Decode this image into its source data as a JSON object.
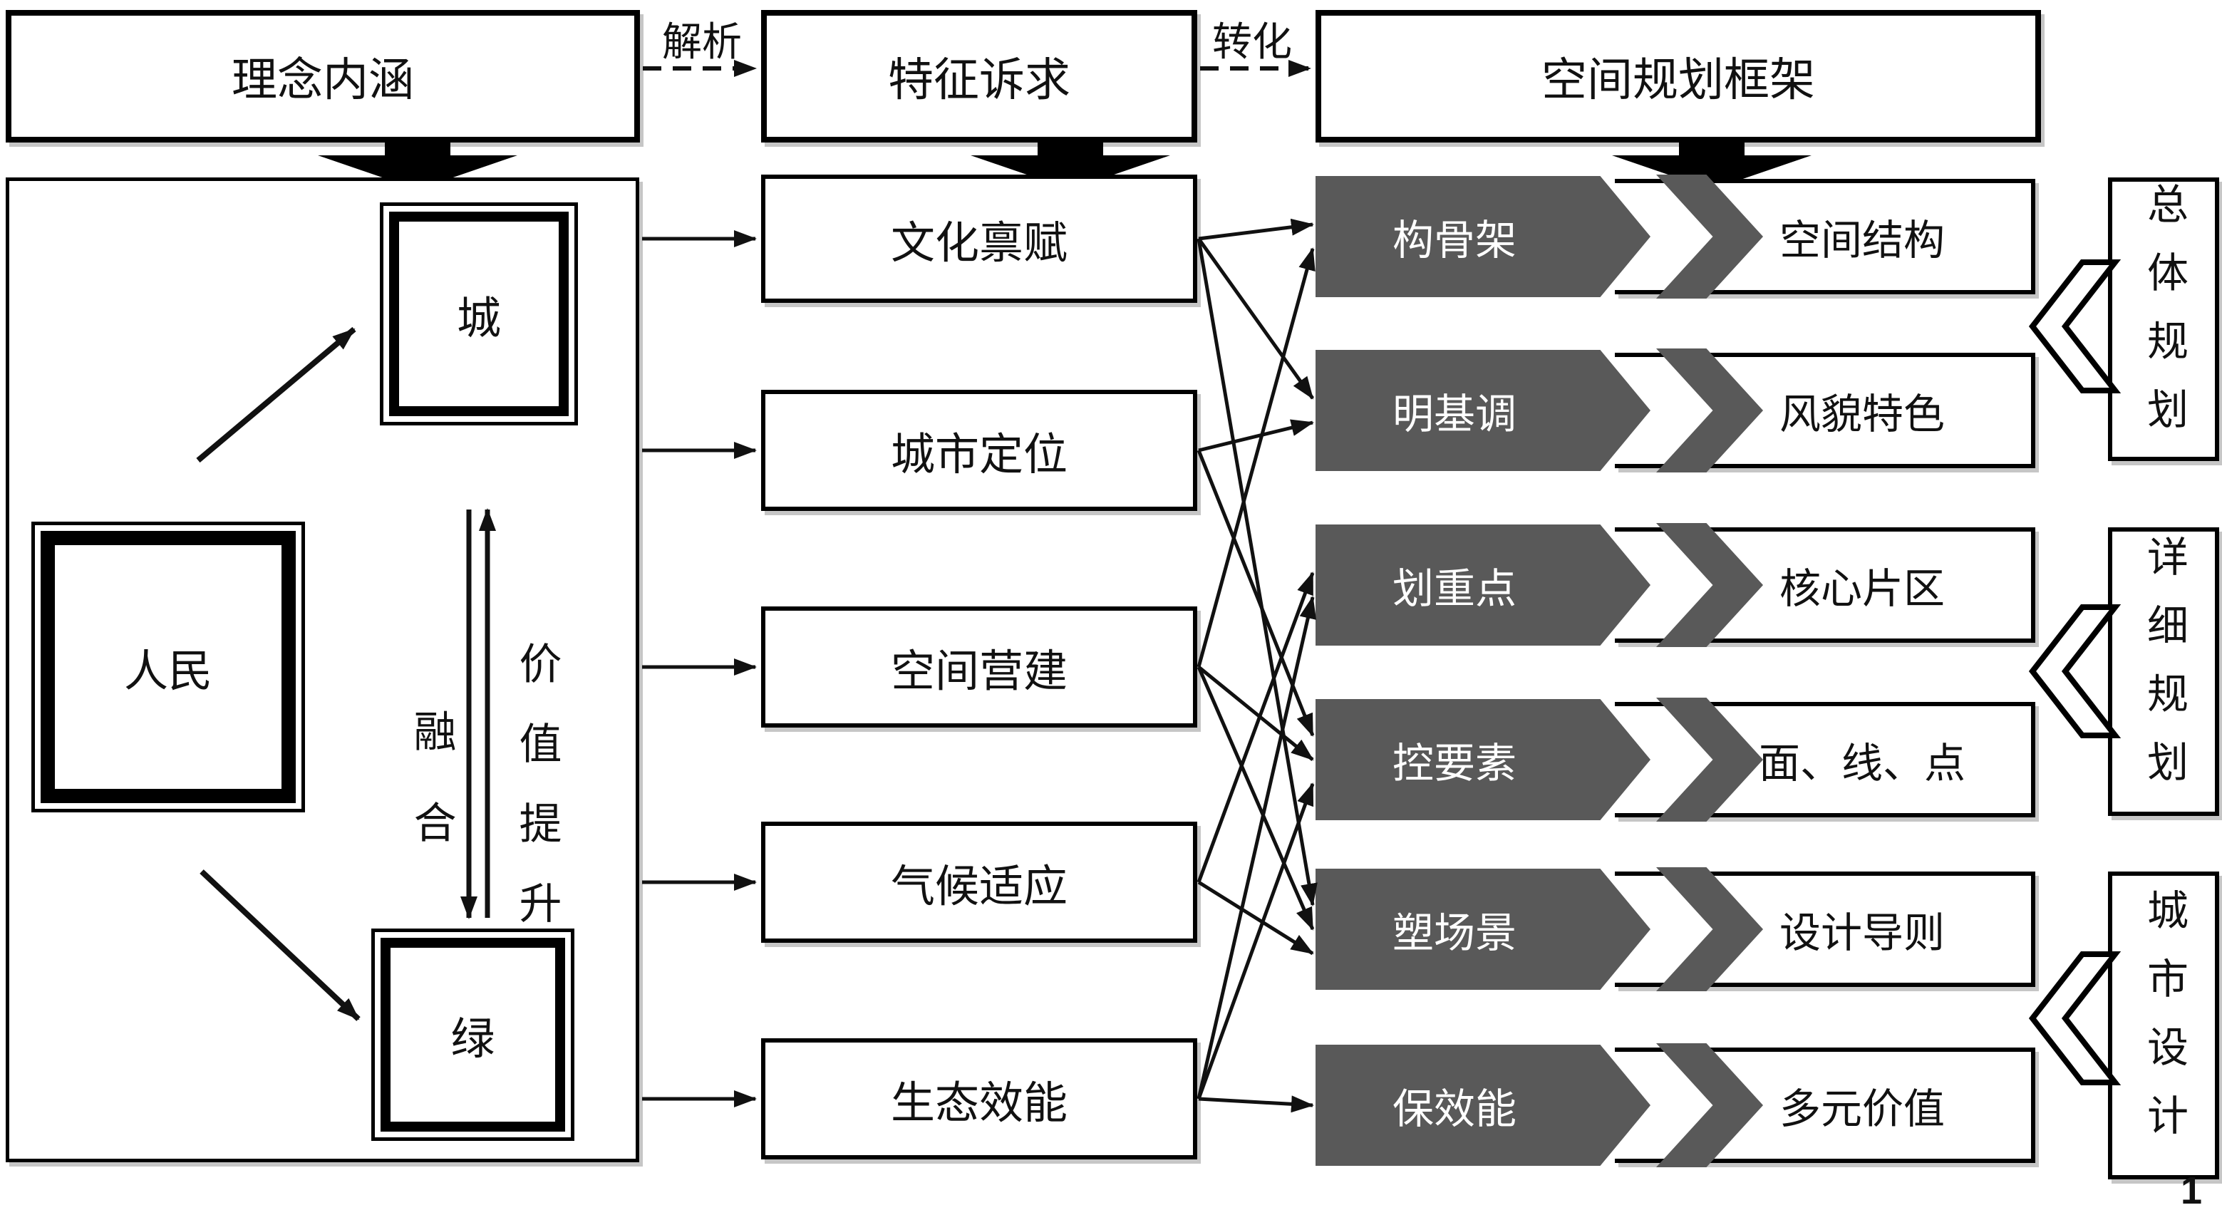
{
  "headers": [
    {
      "label": "理念内涵"
    },
    {
      "label": "特征诉求"
    },
    {
      "label": "空间规划框架"
    }
  ],
  "transitions": [
    {
      "label": "解析"
    },
    {
      "label": "转化"
    }
  ],
  "concept": {
    "people": "人民",
    "city": "城",
    "green": "绿",
    "fusion_label": "融合",
    "value_label": "价值提升"
  },
  "demands": [
    "文化禀赋",
    "城市定位",
    "空间营建",
    "气候适应",
    "生态效能"
  ],
  "framework": [
    {
      "action": "构骨架",
      "output": "空间结构"
    },
    {
      "action": "明基调",
      "output": "风貌特色"
    },
    {
      "action": "划重点",
      "output": "核心片区"
    },
    {
      "action": "控要素",
      "output": "面、线、点"
    },
    {
      "action": "塑场景",
      "output": "设计导则"
    },
    {
      "action": "保效能",
      "output": "多元价值"
    }
  ],
  "plans": [
    {
      "label": "总体规划"
    },
    {
      "label": "详细规划"
    },
    {
      "label": "城市设计"
    }
  ],
  "edges": [
    [
      0,
      0
    ],
    [
      0,
      1
    ],
    [
      0,
      4
    ],
    [
      1,
      1
    ],
    [
      1,
      3
    ],
    [
      2,
      0
    ],
    [
      2,
      3
    ],
    [
      2,
      4
    ],
    [
      3,
      2
    ],
    [
      3,
      4
    ],
    [
      4,
      2
    ],
    [
      4,
      3
    ],
    [
      4,
      5
    ]
  ],
  "page": {
    "number": "1"
  },
  "colors": {
    "dark_gray": "#595959",
    "black": "#111111",
    "white": "#ffffff"
  }
}
